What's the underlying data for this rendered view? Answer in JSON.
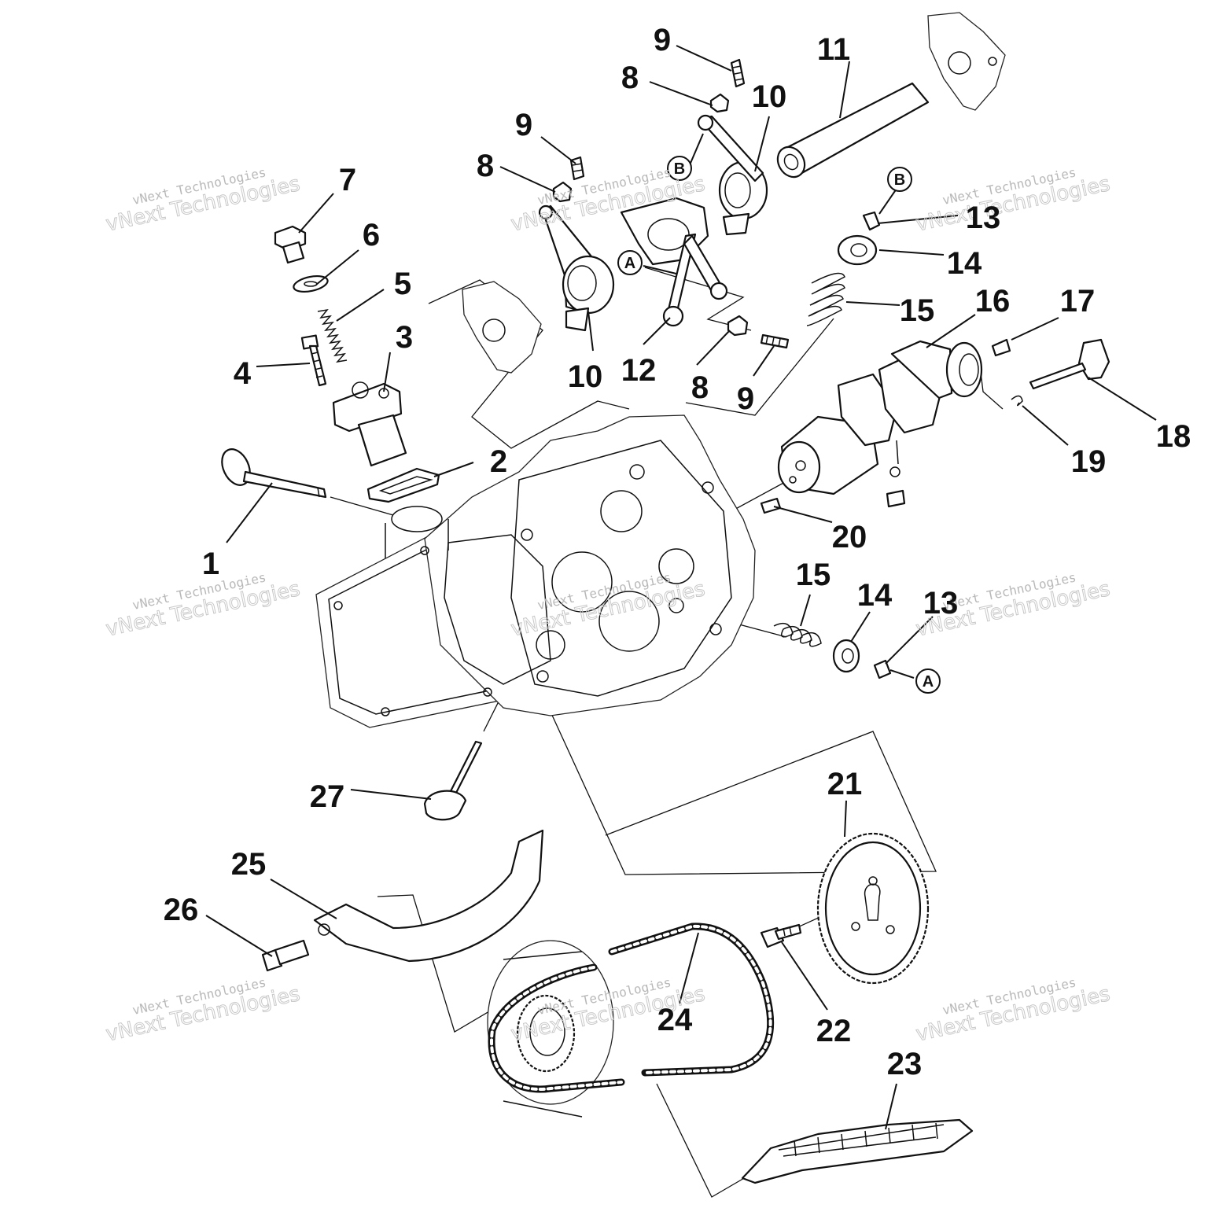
{
  "watermark": {
    "line1": "vNext Technologies",
    "line2": "vNext Technologies"
  },
  "callouts": {
    "c1": "1",
    "c2": "2",
    "c3": "3",
    "c4": "4",
    "c5": "5",
    "c6": "6",
    "c7": "7",
    "c8a": "8",
    "c8b": "8",
    "c8c": "8",
    "c9a": "9",
    "c9b": "9",
    "c9c": "9",
    "c10a": "10",
    "c10b": "10",
    "c11": "11",
    "c12": "12",
    "c13a": "13",
    "c13b": "13",
    "c14a": "14",
    "c14b": "14",
    "c15a": "15",
    "c15b": "15",
    "c16": "16",
    "c17": "17",
    "c18": "18",
    "c19": "19",
    "c20": "20",
    "c21": "21",
    "c22": "22",
    "c23": "23",
    "c24": "24",
    "c25": "25",
    "c26": "26",
    "c27": "27"
  },
  "reference_letters": {
    "a1": "A",
    "a2": "A",
    "b1": "B",
    "b2": "B"
  },
  "icons": {
    "cylinder_head": "cylinder-head-icon",
    "camshaft": "camshaft-icon",
    "sprocket": "sprocket-icon",
    "timing_chain": "timing-chain-icon"
  }
}
